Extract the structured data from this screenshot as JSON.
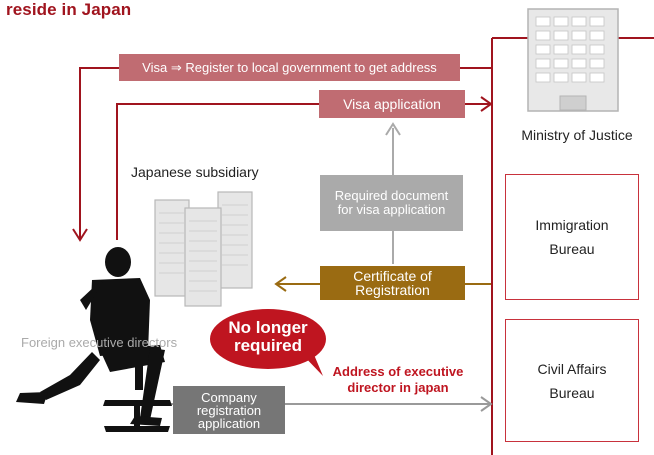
{
  "title": "reside in Japan",
  "labels": {
    "visa_register": "Visa ⇒ Register to local government to get address",
    "visa_application": "Visa application",
    "ministry": "Ministry of Justice",
    "subsidiary": "Japanese subsidiary",
    "required_document": "Required document for visa application",
    "certificate": "Certificate of Registration",
    "immigration": "Immigration Bureau",
    "civil_affairs": "Civil Affairs Bureau",
    "foreign_directors": "Foreign executive directors",
    "no_longer": "No longer required",
    "address_note": "Address of executive director in japan",
    "company_registration": "Company registration application"
  },
  "colors": {
    "red": "#a0141e",
    "mauve": "#c06c72",
    "gold": "#9a6b12",
    "gray_box": "#aaaaaa",
    "dark_box": "#767676"
  },
  "icons": [
    "building-icon",
    "office-buildings-icon",
    "businessman-silhouette-icon"
  ]
}
